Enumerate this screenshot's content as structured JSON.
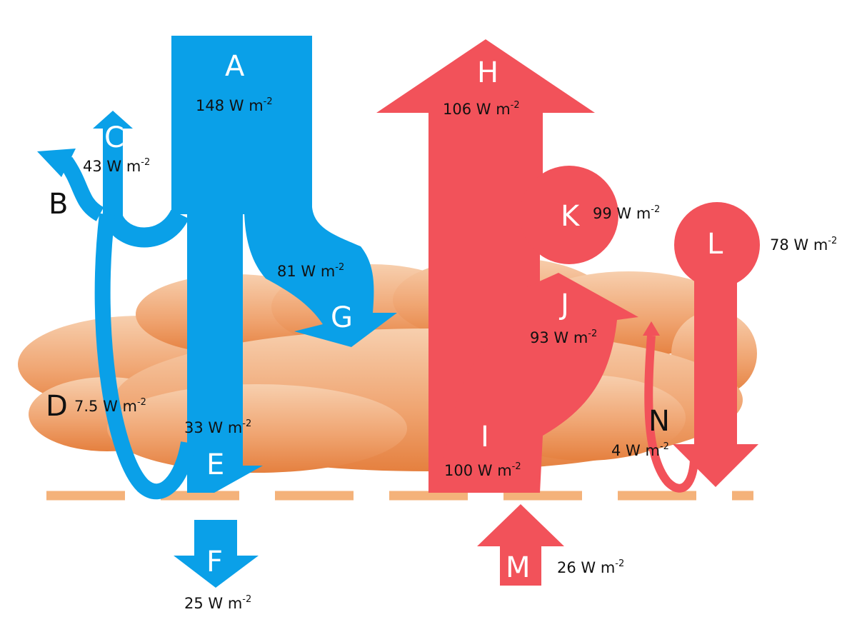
{
  "colors": {
    "shortwave": "#0aa0e8",
    "longwave": "#f2525a",
    "cloud_light": "#f7c8a4",
    "cloud_dark": "#e98a4c",
    "surface_dash": "#f4b27a"
  },
  "unit": {
    "text": "W m",
    "exp": "-2"
  },
  "letters": {
    "A": "A",
    "B": "B",
    "C": "C",
    "D": "D",
    "E": "E",
    "F": "F",
    "G": "G",
    "H": "H",
    "I": "I",
    "J": "J",
    "K": "K",
    "L": "L",
    "M": "M",
    "N": "N"
  },
  "values": {
    "A": "148",
    "C": "43",
    "D": "7.5",
    "E": "33",
    "F": "25",
    "G": "81",
    "H": "106",
    "I": "100",
    "J": "93",
    "K": "99",
    "L": "78",
    "M": "26",
    "N": "4"
  }
}
